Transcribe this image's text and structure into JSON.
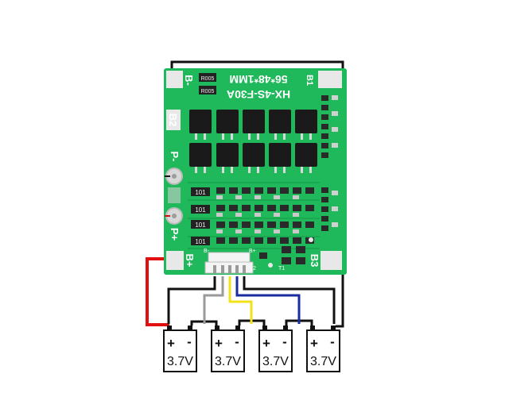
{
  "board": {
    "model": "HX-4S-F30A",
    "spec": "56*48*1MM",
    "pads": {
      "b_minus": "B-",
      "b2": "B2",
      "p_minus": "P-",
      "p_plus": "P+",
      "b_plus": "B+",
      "b1": "B1",
      "b3": "B3"
    },
    "resistors": [
      "R005",
      "R005"
    ],
    "shunts": [
      "101",
      "101",
      "101",
      "101"
    ],
    "misc": {
      "t1": "T1",
      "connector_left": "B-",
      "connector_right": "B+",
      "connector_num": "2"
    }
  },
  "cells": [
    {
      "plus": "+",
      "minus": "-",
      "voltage": "3.7V"
    },
    {
      "plus": "+",
      "minus": "-",
      "voltage": "3.7V"
    },
    {
      "plus": "+",
      "minus": "-",
      "voltage": "3.7V"
    },
    {
      "plus": "+",
      "minus": "-",
      "voltage": "3.7V"
    }
  ],
  "colors": {
    "pcb": "#1fb85a",
    "pcb_dark": "#159646",
    "mosfet": "#1a1a1a",
    "wire_black": "#111111",
    "wire_red": "#e01010",
    "wire_gray": "#9a9a9a",
    "wire_yellow": "#f2e21a",
    "wire_blue": "#1a2aa0"
  }
}
